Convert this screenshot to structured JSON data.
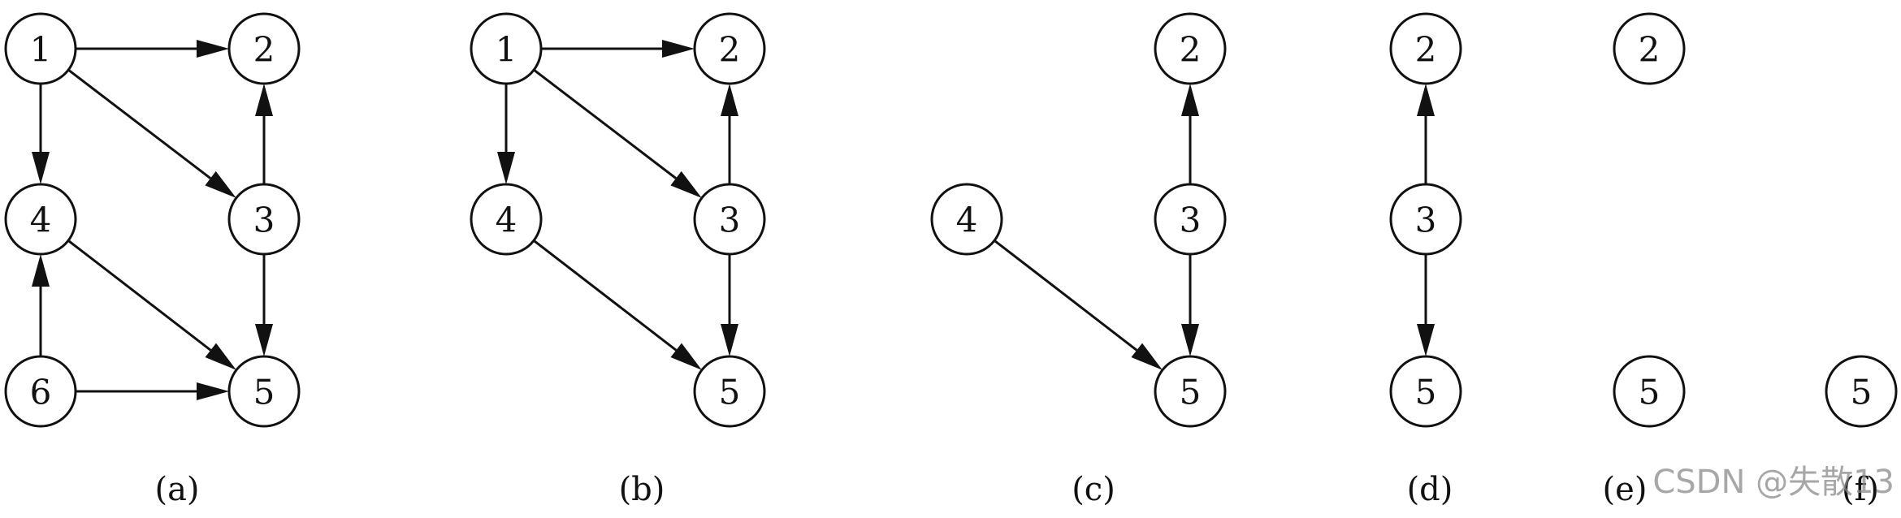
{
  "panels": [
    {
      "id": "a",
      "caption": "(a)",
      "nodes": [
        "1",
        "2",
        "3",
        "4",
        "5",
        "6"
      ],
      "edges": [
        [
          "1",
          "2"
        ],
        [
          "1",
          "3"
        ],
        [
          "1",
          "4"
        ],
        [
          "3",
          "2"
        ],
        [
          "3",
          "5"
        ],
        [
          "4",
          "5"
        ],
        [
          "6",
          "4"
        ],
        [
          "6",
          "5"
        ]
      ]
    },
    {
      "id": "b",
      "caption": "(b)",
      "nodes": [
        "1",
        "2",
        "3",
        "4",
        "5"
      ],
      "edges": [
        [
          "1",
          "2"
        ],
        [
          "1",
          "3"
        ],
        [
          "1",
          "4"
        ],
        [
          "3",
          "2"
        ],
        [
          "3",
          "5"
        ],
        [
          "4",
          "5"
        ]
      ]
    },
    {
      "id": "c",
      "caption": "(c)",
      "nodes": [
        "2",
        "3",
        "4",
        "5"
      ],
      "edges": [
        [
          "3",
          "2"
        ],
        [
          "3",
          "5"
        ],
        [
          "4",
          "5"
        ]
      ]
    },
    {
      "id": "d",
      "caption": "(d)",
      "nodes": [
        "2",
        "3",
        "5"
      ],
      "edges": [
        [
          "3",
          "2"
        ],
        [
          "3",
          "5"
        ]
      ]
    },
    {
      "id": "e",
      "caption": "(e)",
      "nodes": [
        "2",
        "5"
      ],
      "edges": []
    },
    {
      "id": "f",
      "caption": "(f)",
      "nodes": [
        "5"
      ],
      "edges": []
    }
  ],
  "watermark": "CSDN @失散13",
  "colors": {
    "stroke": "#111111",
    "background": "#ffffff",
    "watermark": "#8a8a8a"
  }
}
